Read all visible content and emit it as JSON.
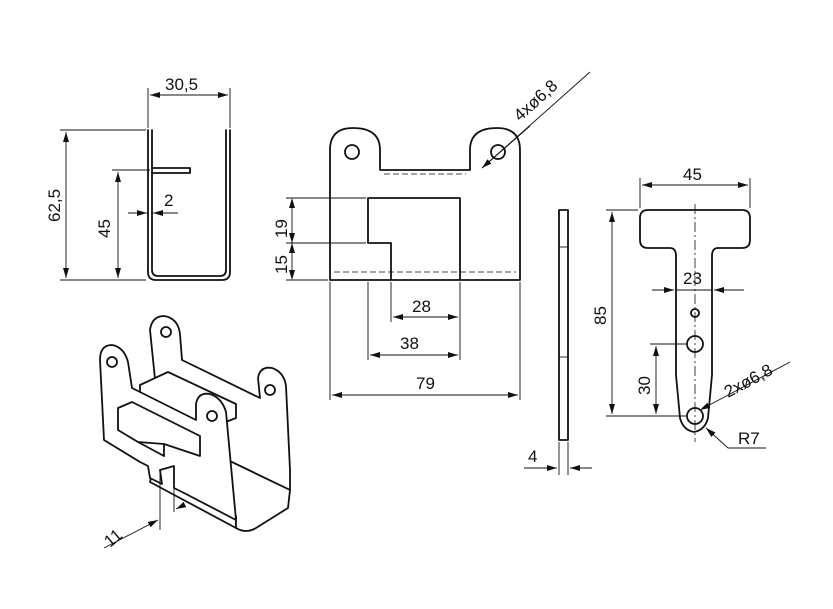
{
  "left_view": {
    "dim_width": "30,5",
    "dim_height": "62,5",
    "dim_slot_height": "45",
    "dim_thickness": "2"
  },
  "front_view": {
    "dim_holes": "4xø6,8",
    "dim_cut_h1": "19",
    "dim_cut_h2": "15",
    "dim_cut_w1": "28",
    "dim_cut_w2": "38",
    "dim_total_w": "79"
  },
  "side_strip": {
    "dim_thickness": "4"
  },
  "t_part": {
    "dim_head_w": "45",
    "dim_height": "85",
    "dim_stem_w": "23",
    "dim_hole_spacing": "30",
    "dim_holes": "2xø6,8",
    "dim_radius": "R7"
  },
  "iso_view": {
    "dim_flange": "11"
  }
}
